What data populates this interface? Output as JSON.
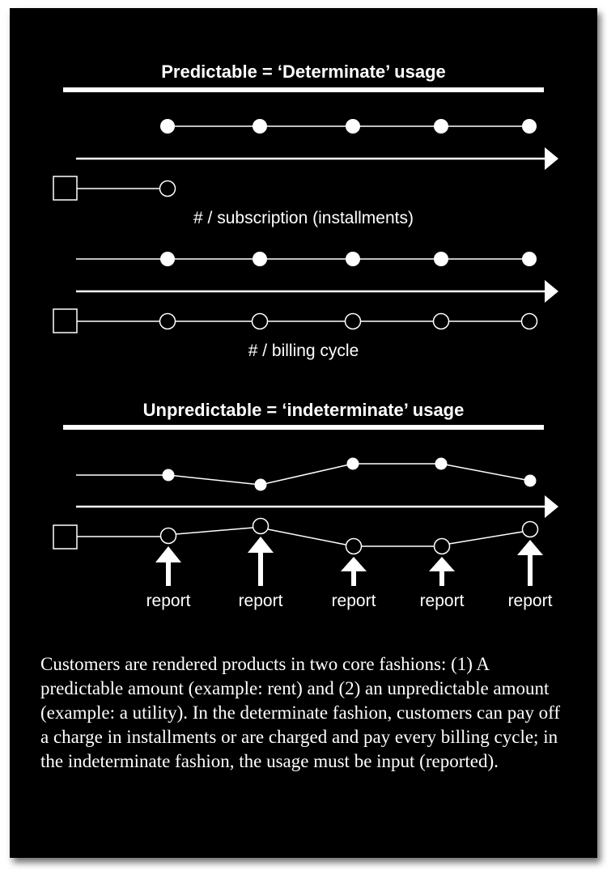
{
  "section_predictable": {
    "title": "Predictable = ‘Determinate’ usage",
    "timeline1_label": "# / subscription (installments)",
    "timeline2_label": "# / billing cycle"
  },
  "section_unpredictable": {
    "title": "Unpredictable = ‘indeterminate’ usage",
    "report_labels": [
      "report",
      "report",
      "report",
      "report",
      "report"
    ]
  },
  "caption": "Customers are rendered products in two core fashions: (1) A predictable amount (example: rent) and (2) an unpredictable amount (example: a utility). In the determinate fashion, customers can pay off a charge in installments or are charged and pay every billing cycle; in the indeterminate fashion, the usage must be input (reported).",
  "colors": {
    "background": "#000000",
    "foreground": "#ffffff"
  }
}
